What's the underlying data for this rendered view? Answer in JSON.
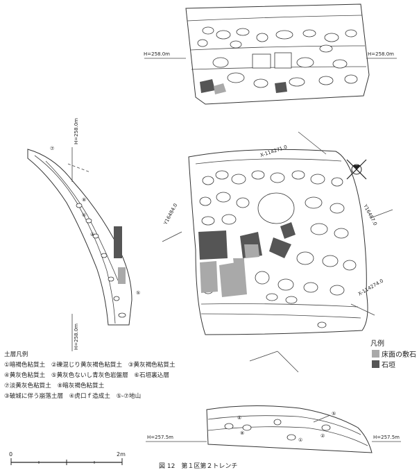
{
  "labels": {
    "top_left_h": "H=258.0m",
    "top_right_h": "H=258.0m",
    "side_top_h": "H=258.0m",
    "side_bottom_h": "H=258.0m",
    "x_top": "X-114271.0",
    "x_bottom": "X-114274.0",
    "y_left": "Y16484.0",
    "y_right": "Y16487.0",
    "bottom_left_h": "H=257.5m",
    "bottom_right_h": "H=257.5m"
  },
  "section_markers": {
    "side": [
      "⑦",
      "⑧",
      "④",
      "④",
      "⑤"
    ],
    "bottom": [
      "⑤",
      "④",
      "⑧",
      "①",
      "②"
    ]
  },
  "legend": {
    "title": "凡例",
    "items": [
      {
        "label": "床面の敷石",
        "color": "#a9a9a9"
      },
      {
        "label": "石垣",
        "color": "#555555"
      }
    ]
  },
  "strata": {
    "title": "土層凡例",
    "rows": [
      "①暗褐色粘質土　②礫混じり黄灰褐色粘質土　③黄灰褐色粘質土",
      "④黄灰色粘質土　⑤黄灰色ないし青灰色岩盤層　⑥石垣裏込層",
      "⑦淡黄灰色粘質土　⑧暗灰褐色粘質土",
      "③破城に伴う崩落土層　④虎口ｆ造成土　⑤-⑦地山"
    ]
  },
  "scale": {
    "start": "0",
    "end": "2m"
  },
  "caption": "図 12　第１区第２トレンチ"
}
